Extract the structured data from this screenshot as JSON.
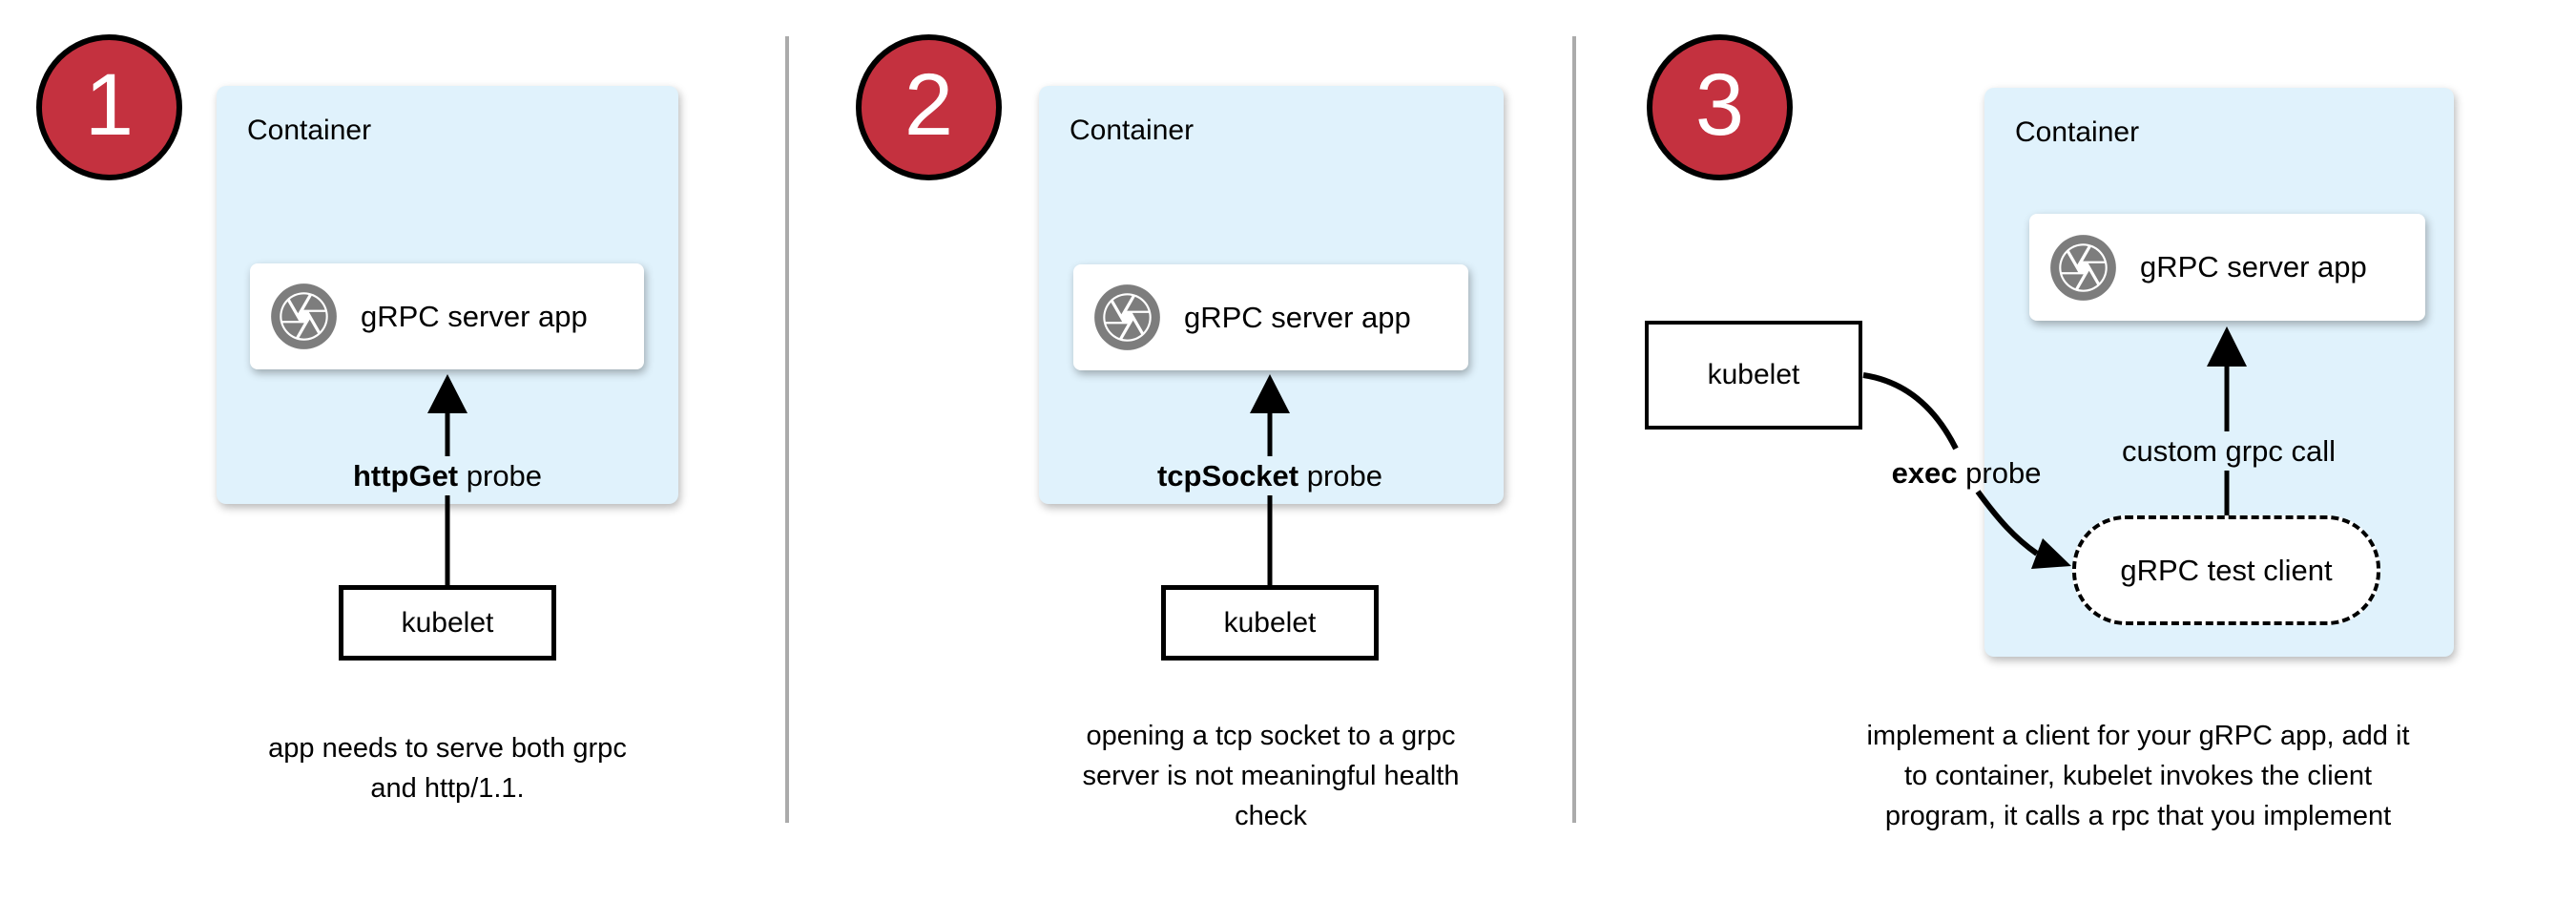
{
  "colors": {
    "badge_red": "#C4313F",
    "container_blue": "#E0F2FC",
    "icon_gray": "#7D7D7D",
    "divider_gray": "#ABABAB",
    "line_black": "#000000"
  },
  "panels": [
    {
      "badge": "1",
      "container_label": "Container",
      "app_label": "gRPC server app",
      "app_icon": "aperture-icon",
      "probe_bold": "httpGet",
      "probe_rest": " probe",
      "kubelet_label": "kubelet",
      "caption_lines": [
        "app needs to serve both grpc",
        "and http/1.1."
      ]
    },
    {
      "badge": "2",
      "container_label": "Container",
      "app_label": "gRPC server app",
      "app_icon": "aperture-icon",
      "probe_bold": "tcpSocket",
      "probe_rest": " probe",
      "kubelet_label": "kubelet",
      "caption_lines": [
        "opening a tcp socket to a grpc",
        "server is not meaningful health",
        "check"
      ]
    },
    {
      "badge": "3",
      "container_label": "Container",
      "app_label": "gRPC server app",
      "app_icon": "aperture-icon",
      "probe_bold": "exec",
      "probe_rest": " probe",
      "kubelet_label": "kubelet",
      "custom_call_label": "custom grpc call",
      "test_client_label": "gRPC test client",
      "caption_lines": [
        "implement a client for your gRPC app, add it",
        "to container, kubelet invokes the client",
        "program, it calls a rpc that you implement"
      ]
    }
  ]
}
